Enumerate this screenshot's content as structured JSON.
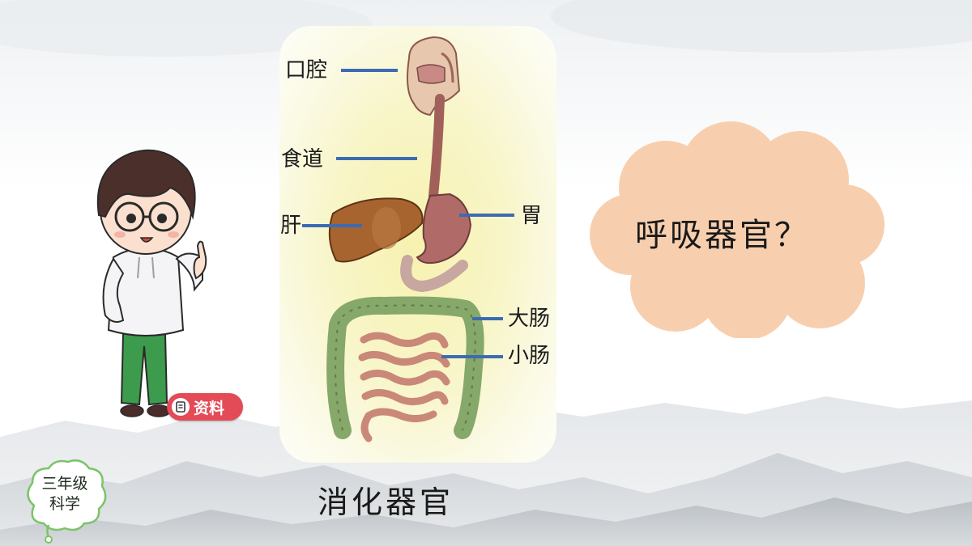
{
  "diagram": {
    "labels": {
      "mouth": "口腔",
      "esophagus": "食道",
      "liver": "肝",
      "stomach": "胃",
      "large_intestine": "大肠",
      "small_intestine": "小肠"
    },
    "caption": "消化器官",
    "leader_color": "#3d6bb3"
  },
  "cloud": {
    "text": "呼吸器官？",
    "color": "#f8cfae"
  },
  "resource_badge": {
    "label": "资料",
    "color": "#e34b57"
  },
  "grade_badge": {
    "line1": "三年级",
    "line2": "科学",
    "color": "#7cc36a"
  }
}
